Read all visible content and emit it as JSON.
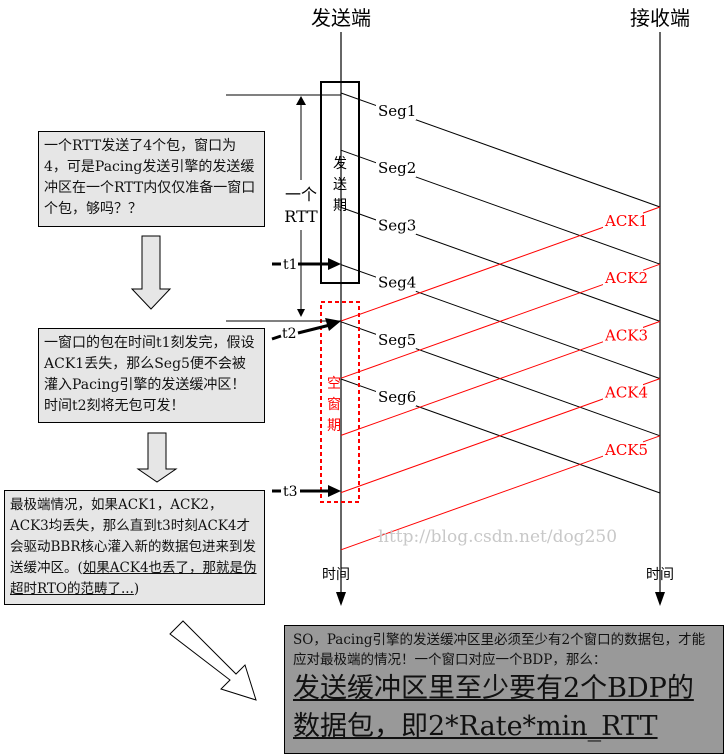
{
  "headers": {
    "sender": "发送端",
    "receiver": "接收端",
    "time_left": "时间",
    "time_right": "时间"
  },
  "segments": [
    "Seg1",
    "Seg2",
    "Seg3",
    "Seg4",
    "Seg5",
    "Seg6"
  ],
  "acks": [
    "ACK1",
    "ACK2",
    "ACK3",
    "ACK4",
    "ACK5"
  ],
  "labels": {
    "rtt_line1": "一个",
    "rtt_line2": "RTT",
    "send_period": [
      "发",
      "送",
      "期"
    ],
    "idle_period": [
      "空",
      "窗",
      "期"
    ],
    "t1": "t1",
    "t2": "t2",
    "t3": "t3"
  },
  "watermark": "http://blog.csdn.net/dog250",
  "notes": {
    "box1": "一个RTT发送了4个包，窗口为4，可是Pacing发送引擎的发送缓冲区在一个RTT内仅仅准备一窗口个包，够吗？？",
    "box2": "一窗口的包在时间t1刻发完，假设ACK1丢失，那么Seg5便不会被灌入Pacing引擎的发送缓冲区！时间t2刻将无包可发！",
    "box3_main": "最极端情况，如果ACK1，ACK2，ACK3均丢失，那么直到t3时刻ACK4才会驱动BBR核心灌入新的数据包进来到发送缓冲区。(",
    "box3_underlined": "如果ACK4也丢了，那就是伪超时RTO的范畴了...",
    "box3_end": ")",
    "box4_small": "SO，Pacing引擎的发送缓冲区里必须至少有2个窗口的数据包，才能应对最极端的情况！一个窗口对应一个BDP，那么：",
    "box4_big": "发送缓冲区里至少要有2个BDP的数据包，即2*Rate*min_RTT"
  },
  "colors": {
    "ack": "#ff0000",
    "box_light": "#e6e6e6",
    "box_dark": "#999999"
  }
}
